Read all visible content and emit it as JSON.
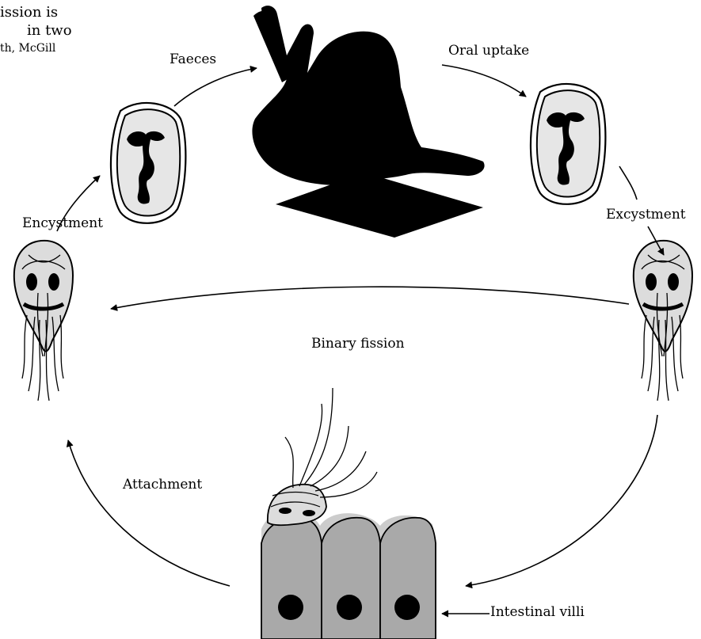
{
  "caption": {
    "line1": "ission is",
    "line2": "in two",
    "line3": "th, McGill"
  },
  "labels": {
    "faeces": "Faeces",
    "oral_uptake": "Oral uptake",
    "encystment": "Encystment",
    "excystment": "Excystment",
    "binary_fission": "Binary fission",
    "attachment": "Attachment",
    "intestinal_villi": "Intestinal villi"
  },
  "colors": {
    "stroke": "#000000",
    "cyst_fill": "#e6e6e6",
    "trophozoite_fill": "#dcdcdc",
    "villi_fill": "#a9a9a9",
    "villi_top": "#cccccc",
    "silhouette": "#000000"
  }
}
